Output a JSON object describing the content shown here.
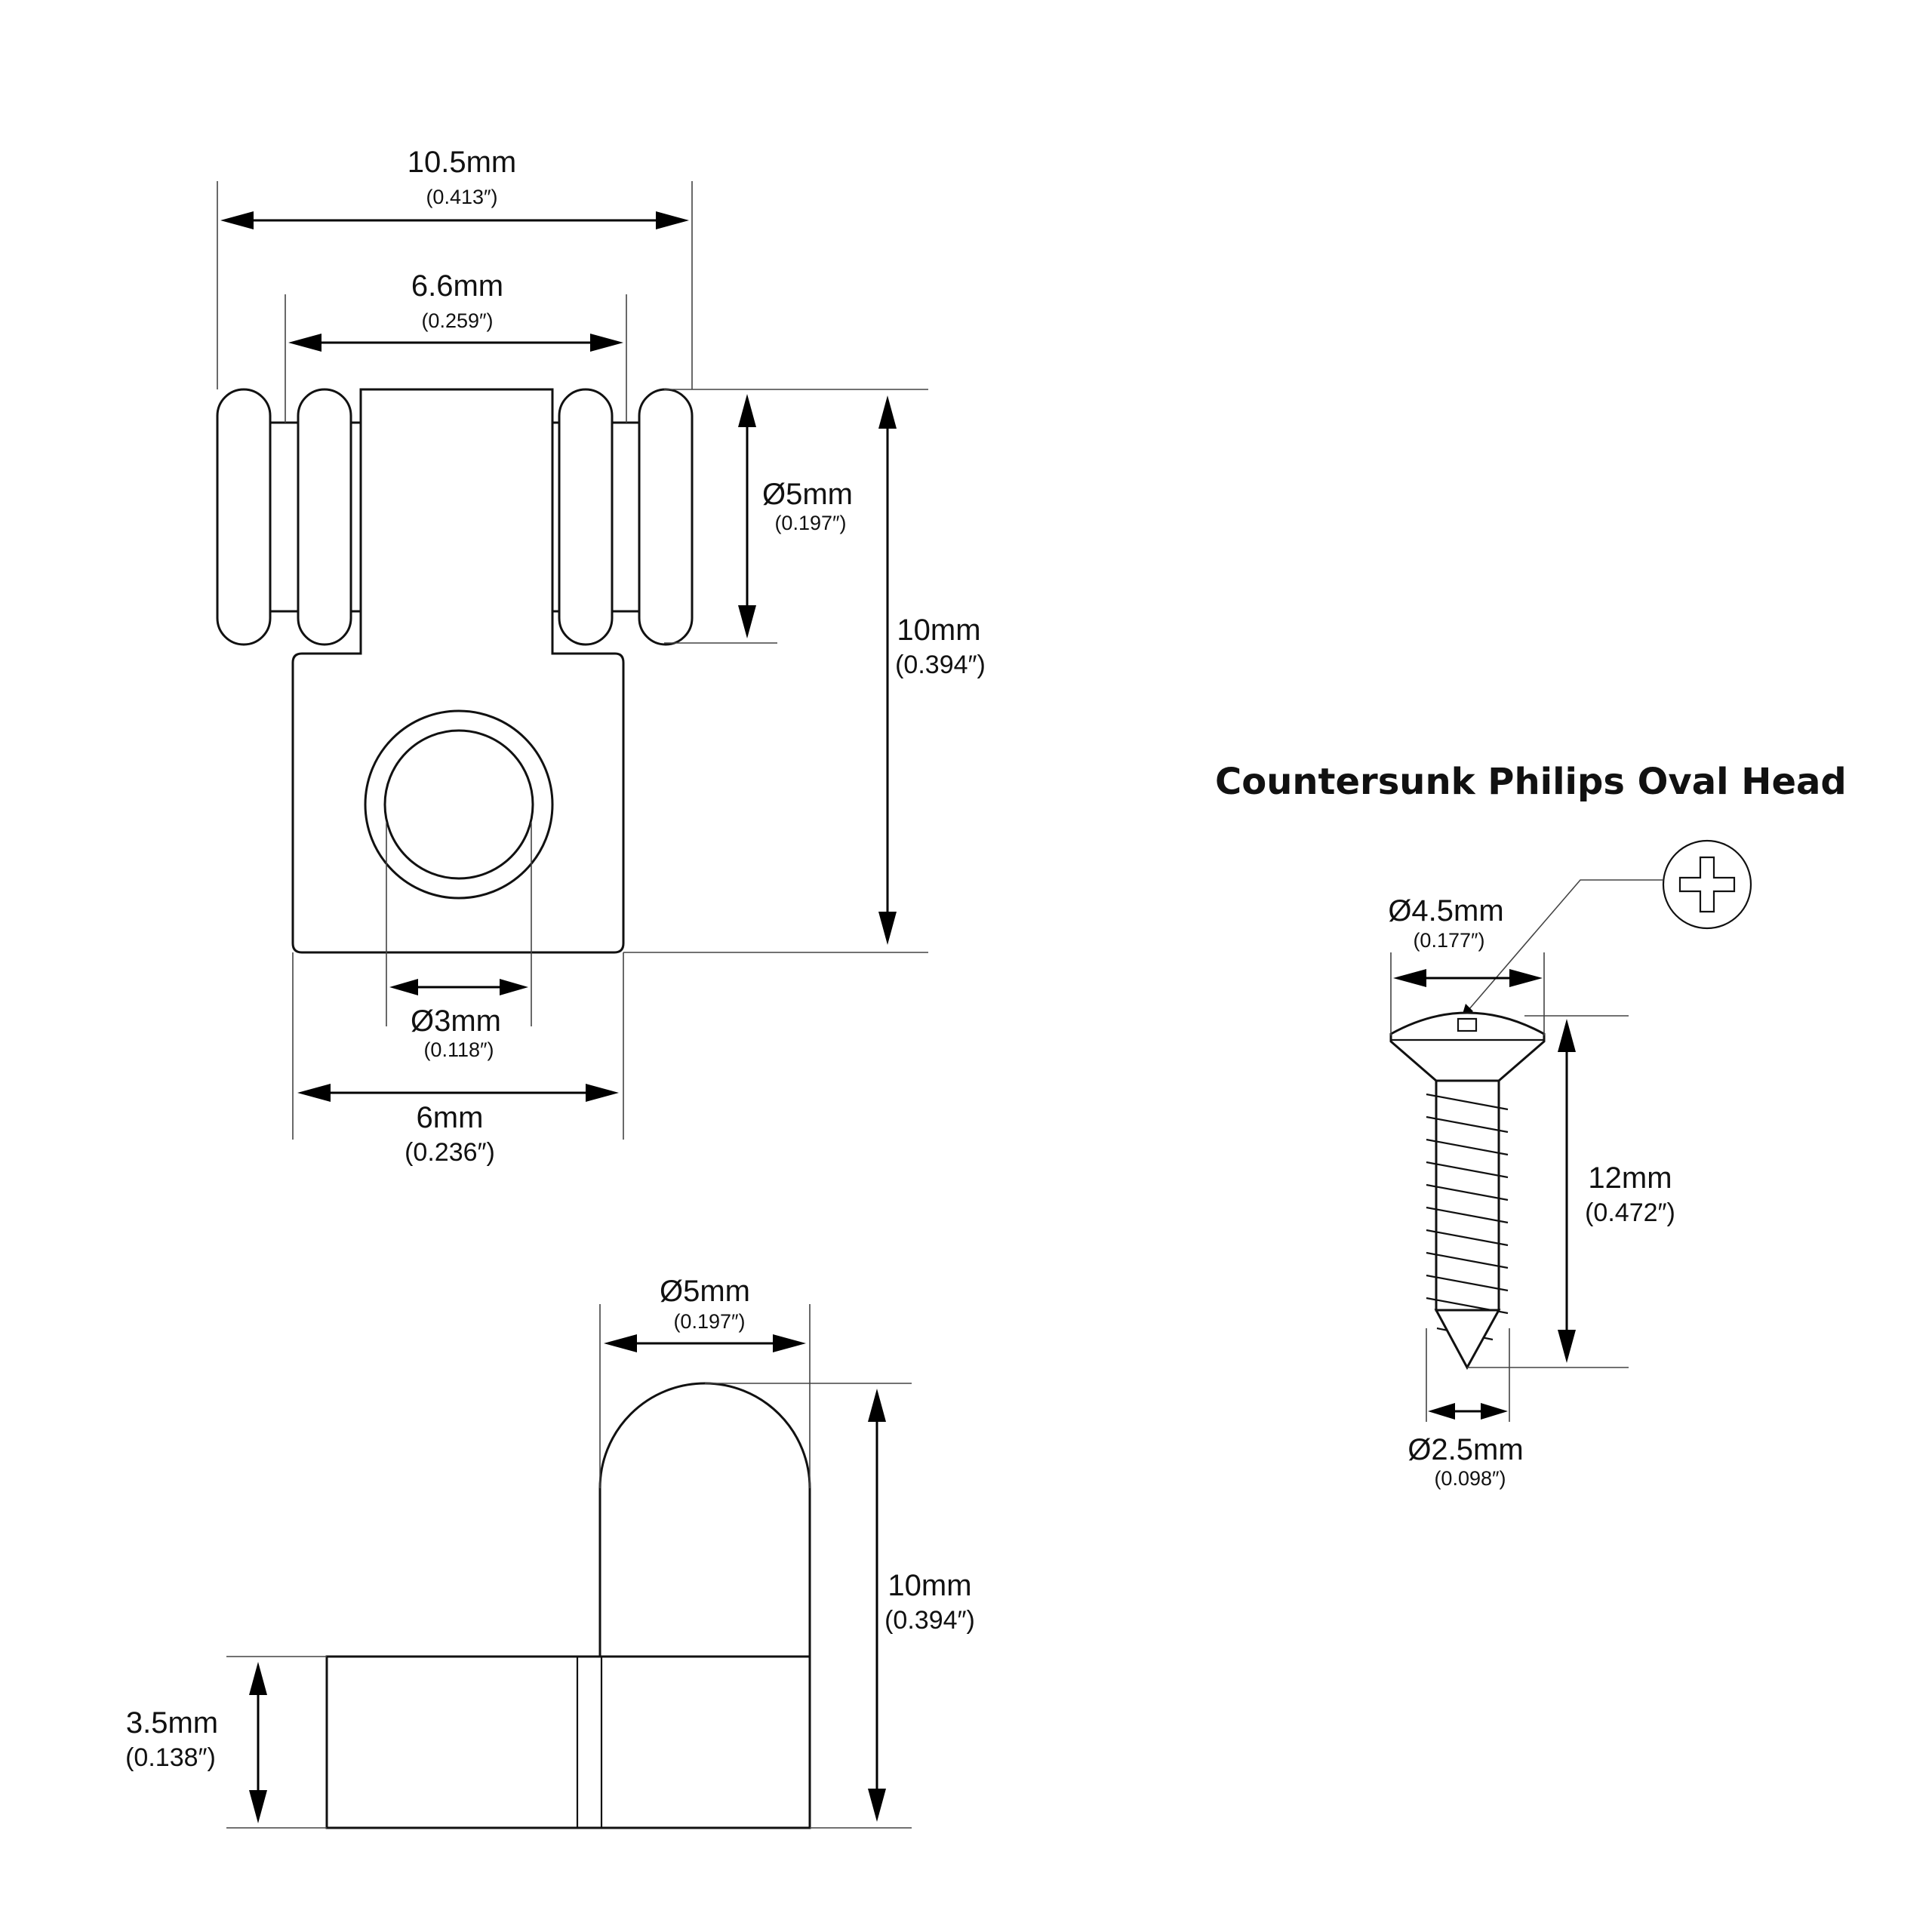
{
  "screw": {
    "title": "Countersunk Philips Oval Head",
    "icon": "phillips-head-icon"
  },
  "top_view": {
    "overall_width": {
      "mm": "10.5mm",
      "inch": "(0.413″)"
    },
    "inner_width": {
      "mm": "6.6mm",
      "inch": "(0.259″)"
    },
    "roller_diameter": {
      "mm": "Ø5mm",
      "inch": "(0.197″)"
    },
    "height": {
      "mm": "10mm",
      "inch": "(0.394″)"
    },
    "hole_diameter": {
      "mm": "Ø3mm",
      "inch": "(0.118″)"
    },
    "base_width": {
      "mm": "6mm",
      "inch": "(0.236″)"
    }
  },
  "side_view": {
    "roller_diameter": {
      "mm": "Ø5mm",
      "inch": "(0.197″)"
    },
    "height": {
      "mm": "10mm",
      "inch": "(0.394″)"
    },
    "base_height": {
      "mm": "3.5mm",
      "inch": "(0.138″)"
    }
  },
  "screw_dims": {
    "head_diameter": {
      "mm": "Ø4.5mm",
      "inch": "(0.177″)"
    },
    "length": {
      "mm": "12mm",
      "inch": "(0.472″)"
    },
    "shank_diameter": {
      "mm": "Ø2.5mm",
      "inch": "(0.098″)"
    }
  }
}
